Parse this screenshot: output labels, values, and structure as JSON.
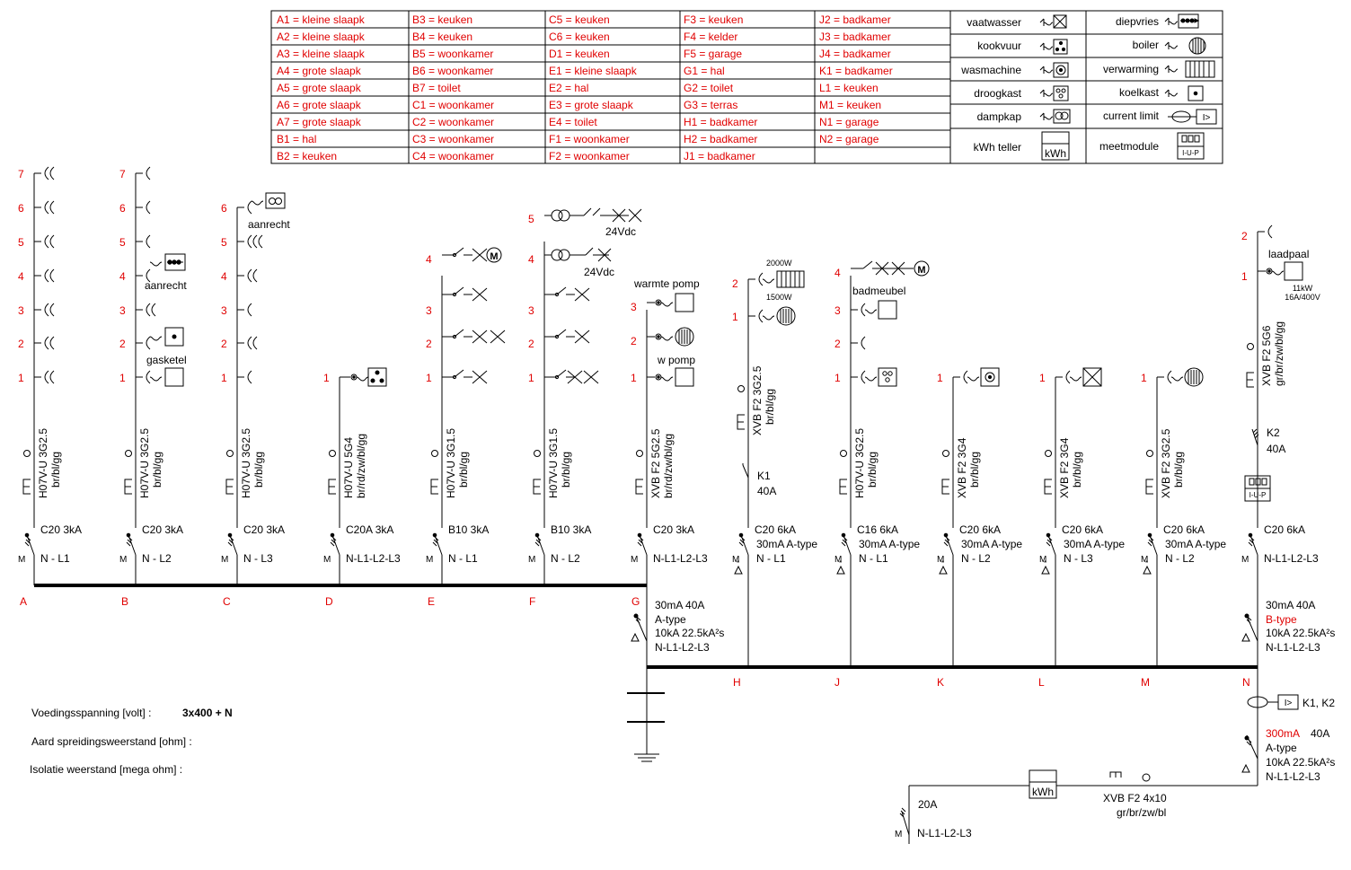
{
  "legend": {
    "rooms": [
      [
        "A1 = kleine slaapk",
        "A2 = kleine slaapk",
        "A3 = kleine slaapk",
        "A4 = grote slaapk",
        "A5 = grote slaapk",
        "A6 = grote slaapk",
        "A7 = grote slaapk",
        "B1 = hal",
        "B2 = keuken"
      ],
      [
        "B3 = keuken",
        "B4 = keuken",
        "B5 = woonkamer",
        "B6 = woonkamer",
        "B7 = toilet",
        "C1 = woonkamer",
        "C2 = woonkamer",
        "C3 = woonkamer",
        "C4 = woonkamer"
      ],
      [
        "C5 = keuken",
        "C6 = keuken",
        "D1 = keuken",
        "E1 = kleine slaapk",
        "E2 = hal",
        "E3 = grote slaapk",
        "E4 = toilet",
        "F1 = woonkamer",
        "F2 = woonkamer"
      ],
      [
        "F3 = keuken",
        "F4 = kelder",
        "F5 = garage",
        "G1 = hal",
        "G2 = toilet",
        "G3 = terras",
        "H1 = badkamer",
        "H2 = badkamer",
        "J1 = badkamer"
      ],
      [
        "J2 = badkamer",
        "J3 = badkamer",
        "J4 = badkamer",
        "K1 = badkamer",
        "L1 = keuken",
        "M1 = keuken",
        "N1 = garage",
        "N2 = garage",
        ""
      ]
    ],
    "symbols_left": [
      "vaatwasser",
      "kookvuur",
      "wasmachine",
      "droogkast",
      "dampkap",
      "kWh teller"
    ],
    "symbols_right": [
      "diepvries",
      "boiler",
      "verwarming",
      "koelkast",
      "current limit",
      "meetmodule"
    ],
    "kwh": "kWh",
    "iup": "I-U-P",
    "limiter": "I>"
  },
  "circuits": [
    {
      "id": "A",
      "breaker": "C20  3kA",
      "phase": "N - L1",
      "cable": "H07V-U  3G2.5",
      "colors": "br/bl/gg",
      "points": [
        "1",
        "2",
        "3",
        "4",
        "5",
        "6",
        "7"
      ]
    },
    {
      "id": "B",
      "breaker": "C20  3kA",
      "phase": "N - L2",
      "cable": "H07V-U  3G2.5",
      "colors": "br/bl/gg",
      "points": [
        "1",
        "2",
        "3",
        "4",
        "5",
        "6",
        "7"
      ],
      "notes": [
        "gasketel",
        "aanrecht"
      ]
    },
    {
      "id": "C",
      "breaker": "C20  3kA",
      "phase": "N - L3",
      "cable": "H07V-U  3G2.5",
      "colors": "br/bl/gg",
      "points": [
        "1",
        "2",
        "3",
        "4",
        "5",
        "6"
      ],
      "notes": [
        "aanrecht"
      ]
    },
    {
      "id": "D",
      "breaker": "C20A  3kA",
      "phase": "N-L1-L2-L3",
      "cable": "H07V-U  5G4",
      "colors": "br/rd/zw/bl/gg",
      "points": [
        "1"
      ]
    },
    {
      "id": "E",
      "breaker": "B10  3kA",
      "phase": "N - L1",
      "cable": "H07V-U  3G1.5",
      "colors": "br/bl/gg",
      "points": [
        "1",
        "2",
        "3",
        "4"
      ]
    },
    {
      "id": "F",
      "breaker": "B10  3kA",
      "phase": "N - L2",
      "cable": "H07V-U  3G1.5",
      "colors": "br/bl/gg",
      "points": [
        "1",
        "2",
        "3",
        "4",
        "5"
      ],
      "notes": [
        "24Vdc",
        "24Vdc"
      ]
    },
    {
      "id": "G",
      "breaker": "C20  3kA",
      "phase": "N-L1-L2-L3",
      "cable": "XVB  F2  5G2.5",
      "colors": "br/rd/zw/bl/gg",
      "points": [
        "1",
        "2",
        "3"
      ],
      "notes": [
        "w pomp",
        "warmte pomp"
      ]
    },
    {
      "id": "H",
      "breaker": "C20  6kA",
      "rcd": "30mA  A-type",
      "phase": "N - L1",
      "cable": "XVB  F2  3G2.5",
      "colors": "br/bl/gg",
      "points": [
        "1",
        "2"
      ],
      "notes": [
        "2000W",
        "1500W"
      ],
      "k": "K1",
      "k_rating": "40A"
    },
    {
      "id": "J",
      "breaker": "C16  6kA",
      "rcd": "30mA  A-type",
      "phase": "N - L1",
      "cable": "H07V-U  3G2.5",
      "colors": "br/bl/gg",
      "points": [
        "1",
        "2",
        "3",
        "4"
      ],
      "notes": [
        "badmeubel"
      ]
    },
    {
      "id": "K",
      "breaker": "C20  6kA",
      "rcd": "30mA  A-type",
      "phase": "N - L2",
      "cable": "XVB  F2  3G4",
      "colors": "br/bl/gg",
      "points": [
        "1"
      ]
    },
    {
      "id": "L",
      "breaker": "C20  6kA",
      "rcd": "30mA  A-type",
      "phase": "N - L3",
      "cable": "XVB  F2  3G4",
      "colors": "br/bl/gg",
      "points": [
        "1"
      ]
    },
    {
      "id": "M",
      "breaker": "C20  6kA",
      "rcd": "30mA  A-type",
      "phase": "N - L2",
      "cable": "XVB  F2  3G2.5",
      "colors": "br/bl/gg",
      "points": [
        "1"
      ]
    },
    {
      "id": "N",
      "breaker": "C20  6kA",
      "phase": "N-L1-L2-L3",
      "cable": "XVB  F2  5G6",
      "colors": "gr/br/zw/bl/gg",
      "points": [
        "1",
        "2"
      ],
      "notes": [
        "laadpaal",
        "11kW",
        "16A/400V"
      ],
      "k": "K2",
      "k_rating": "40A"
    }
  ],
  "rcd_upper": {
    "l1": "30mA  40A",
    "l2": "A-type",
    "l3": "10kA  22.5kA²s",
    "l4": "N-L1-L2-L3"
  },
  "rcd_right": {
    "l1": "30mA  40A",
    "l2": "B-type",
    "l3": "10kA  22.5kA²s",
    "l4": "N-L1-L2-L3"
  },
  "rcd_main": {
    "l1a": "300mA",
    "l1b": "40A",
    "l2": "A-type",
    "l3": "10kA  22.5kA²s",
    "l4": "N-L1-L2-L3"
  },
  "limiter_label": "K1, K2",
  "feed_cable": "XVB  F2    4x10",
  "feed_colors": "gr/br/zw/bl",
  "main_fuse": "20A",
  "main_phase": "N-L1-L2-L3",
  "info": {
    "voltage_label": "Voedingsspanning  [volt] :",
    "voltage_value": "3x400 + N",
    "earth_label": "Aard spreidingsweerstand  [ohm]  :",
    "insulation_label": "Isolatie weerstand  [mega ohm] :"
  }
}
